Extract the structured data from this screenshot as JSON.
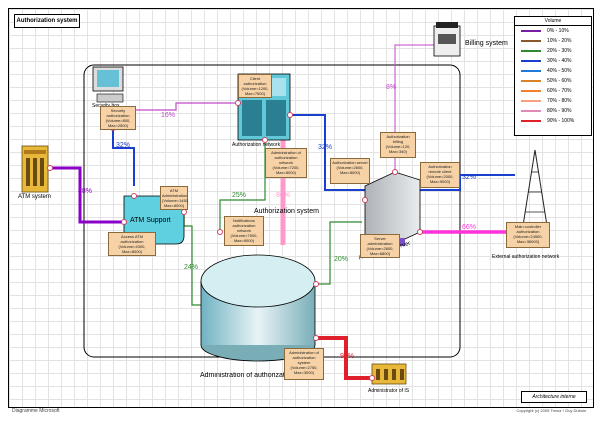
{
  "title": "Authorization system",
  "architecture_label": "Architecture interne",
  "footer_left": "Diagramme Microsoft",
  "footer_right": "Copyright (c) 2005 Tresor / Guy Dubois",
  "legend": {
    "title": "Volume",
    "items": [
      {
        "label": "0% - 10%",
        "color": "#7a1fa2"
      },
      {
        "label": "10% - 20%",
        "color": "#8b5a2b"
      },
      {
        "label": "20% - 30%",
        "color": "#2e8b2e"
      },
      {
        "label": "30% - 40%",
        "color": "#1a3fcf"
      },
      {
        "label": "40% - 50%",
        "color": "#1f7ad8"
      },
      {
        "label": "50% - 60%",
        "color": "#d8822a"
      },
      {
        "label": "60% - 70%",
        "color": "#f08030"
      },
      {
        "label": "70% - 80%",
        "color": "#f5a080"
      },
      {
        "label": "80% - 90%",
        "color": "#e08ab8"
      },
      {
        "label": "90% - 100%",
        "color": "#e0202a"
      }
    ]
  },
  "nodes": {
    "atm_system": "ATM system",
    "security_box": "Security box",
    "atm_support": "ATM Support",
    "authorization_network": "Authorization network",
    "authorization_system": "Authorization system",
    "authorization_server": "Authorization server",
    "billing_system": "Billing system",
    "external_network": "External authorization network",
    "administration": "Administration of authorizations",
    "administrator_is": "Administrator of IS"
  },
  "notes": {
    "security": "Security authorization (Volume=800, Max=2500)",
    "client": "Client authorization (Volume=1200, Max=7500)",
    "atm_admin": "ATM Administration (Volume=1450, Max=8000)",
    "access_atm": "Access ATM authorization (Volume=4300, Max=8000)",
    "admin_network": "Administration of authorization network (Volume=7200, Max=8000)",
    "notifications": "Notifications authorization network (Volume=7500, Max=9000)",
    "auth_server": "Authorization server (Volume=2600, Max=8000)",
    "auth_billing": "Authorization billing (Volume=120, Max=340)",
    "remote_client": "Authorization remote client (Volume=2000, Max=9000)",
    "server_admin": "Server administration (Volume=2600, Max=6800)",
    "main_controller": "Main controller authorization (Volume=24500, Max=36000)",
    "admin_system": "Administration of authorization system (Volume=2750, Max=3000)"
  },
  "links": {
    "atm_to_support": "48%",
    "security_to_support": "32%",
    "security_to_network": "16%",
    "network_to_server": "32%",
    "server_to_billing": "8%",
    "server_to_external_top": "32%",
    "server_to_external": "66%",
    "network_to_system": "25%",
    "network_down": "80%",
    "support_to_admin": "24%",
    "server_to_admin": "20%",
    "admin_to_is": "91%"
  }
}
